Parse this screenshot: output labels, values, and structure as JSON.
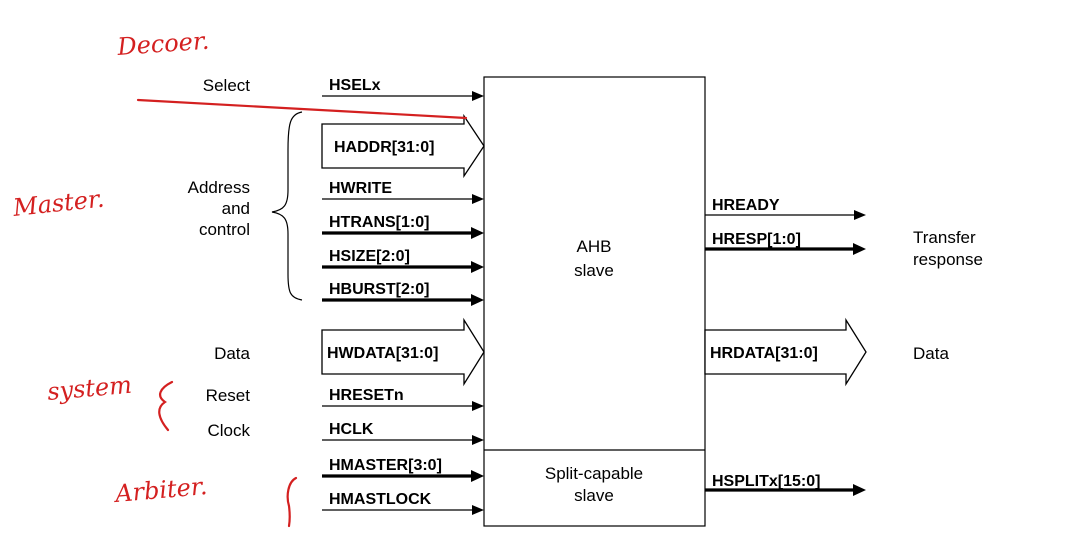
{
  "block": {
    "main_line1": "AHB",
    "main_line2": "slave",
    "split_line1": "Split-capable",
    "split_line2": "slave"
  },
  "left_groups": {
    "select": "Select",
    "address_control_1": "Address",
    "address_control_2": "and",
    "address_control_3": "control",
    "data": "Data",
    "reset": "Reset",
    "clock": "Clock"
  },
  "right_groups": {
    "transfer_response_1": "Transfer",
    "transfer_response_2": "response",
    "data": "Data"
  },
  "signals_in": [
    {
      "name": "HSELx",
      "style": "thin"
    },
    {
      "name": "HADDR[31:0]",
      "style": "bus"
    },
    {
      "name": "HWRITE",
      "style": "thin"
    },
    {
      "name": "HTRANS[1:0]",
      "style": "thick"
    },
    {
      "name": "HSIZE[2:0]",
      "style": "thick"
    },
    {
      "name": "HBURST[2:0]",
      "style": "thick"
    },
    {
      "name": "HWDATA[31:0]",
      "style": "bus"
    },
    {
      "name": "HRESETn",
      "style": "thin"
    },
    {
      "name": "HCLK",
      "style": "thin"
    },
    {
      "name": "HMASTER[3:0]",
      "style": "thick"
    },
    {
      "name": "HMASTLOCK",
      "style": "thin"
    }
  ],
  "signals_out": [
    {
      "name": "HREADY",
      "style": "thin"
    },
    {
      "name": "HRESP[1:0]",
      "style": "thick"
    },
    {
      "name": "HRDATA[31:0]",
      "style": "bus"
    },
    {
      "name": "HSPLITx[15:0]",
      "style": "thick"
    }
  ],
  "annotations": {
    "decoder": "Decoer.",
    "master": "Master.",
    "system": "system",
    "arbiter": "Arbiter."
  },
  "colors": {
    "ink": "#d42020",
    "line": "#000000",
    "background": "#ffffff"
  }
}
